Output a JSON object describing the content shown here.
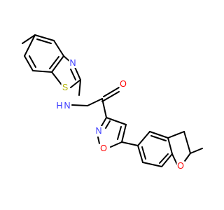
{
  "molecule": {
    "atoms": [
      {
        "id": "n-amide",
        "label": "N",
        "color": "#3333ff"
      },
      {
        "id": "h-amide",
        "label": "H",
        "color": "#3333ff"
      },
      {
        "id": "n-thiazole",
        "label": "N",
        "color": "#3333ff"
      },
      {
        "id": "s-thiazole",
        "label": "S",
        "color": "#b2b200"
      },
      {
        "id": "o-carbonyl",
        "label": "O",
        "color": "#ff0000"
      },
      {
        "id": "n-isoxazole",
        "label": "N",
        "color": "#3333ff"
      },
      {
        "id": "o-isoxazole",
        "label": "O",
        "color": "#ff0000"
      },
      {
        "id": "o-furan",
        "label": "O",
        "color": "#ff0000"
      }
    ]
  }
}
